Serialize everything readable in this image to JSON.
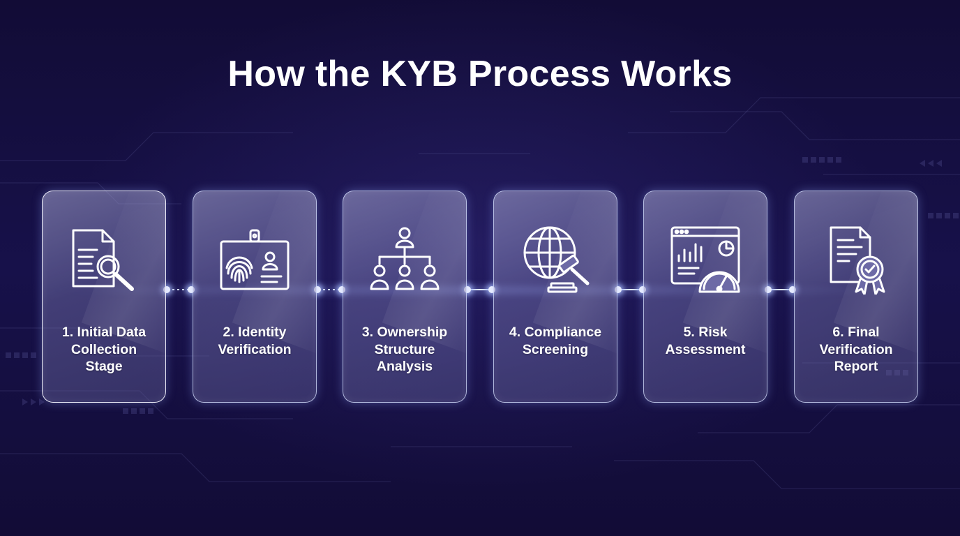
{
  "title": "How the KYB Process Works",
  "steps": [
    {
      "icon": "document-search-icon",
      "lines": [
        "1. Initial Data",
        "Collection",
        "Stage"
      ]
    },
    {
      "icon": "id-card-fingerprint-icon",
      "lines": [
        "2. Identity",
        "Verification"
      ]
    },
    {
      "icon": "org-chart-icon",
      "lines": [
        "3. Ownership",
        "Structure",
        "Analysis"
      ]
    },
    {
      "icon": "globe-gavel-icon",
      "lines": [
        "4. Compliance",
        "Screening"
      ]
    },
    {
      "icon": "dashboard-gauge-icon",
      "lines": [
        "5. Risk",
        "Assessment"
      ]
    },
    {
      "icon": "certificate-badge-icon",
      "lines": [
        "6. Final",
        "Verification",
        "Report"
      ]
    }
  ],
  "colors": {
    "background": "#140f3a",
    "card_border": "#d7e1ff",
    "text": "#ffffff",
    "connector": "#e6f0ff"
  }
}
